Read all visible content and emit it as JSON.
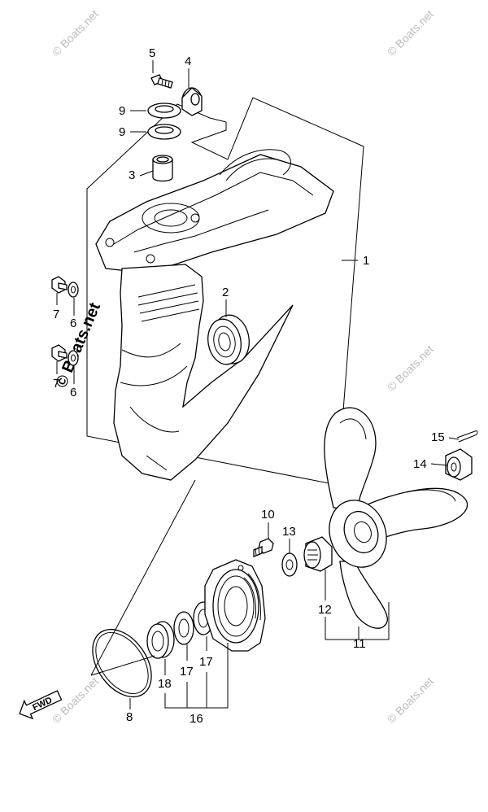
{
  "watermark": {
    "text": "© Boats.net",
    "color": "#bdbdbd"
  },
  "fwd_arrow_label": "FWD",
  "callouts": [
    {
      "id": "c1",
      "label": "1"
    },
    {
      "id": "c2",
      "label": "2"
    },
    {
      "id": "c3",
      "label": "3"
    },
    {
      "id": "c4",
      "label": "4"
    },
    {
      "id": "c5",
      "label": "5"
    },
    {
      "id": "c6a",
      "label": "6"
    },
    {
      "id": "c6b",
      "label": "6"
    },
    {
      "id": "c7a",
      "label": "7"
    },
    {
      "id": "c7b",
      "label": "7"
    },
    {
      "id": "c8",
      "label": "8"
    },
    {
      "id": "c9a",
      "label": "9"
    },
    {
      "id": "c9b",
      "label": "9"
    },
    {
      "id": "c10",
      "label": "10"
    },
    {
      "id": "c11",
      "label": "11"
    },
    {
      "id": "c12",
      "label": "12"
    },
    {
      "id": "c13",
      "label": "13"
    },
    {
      "id": "c14",
      "label": "14"
    },
    {
      "id": "c15",
      "label": "15"
    },
    {
      "id": "c16",
      "label": "16"
    },
    {
      "id": "c17a",
      "label": "17"
    },
    {
      "id": "c17b",
      "label": "17"
    },
    {
      "id": "c18",
      "label": "18"
    }
  ]
}
